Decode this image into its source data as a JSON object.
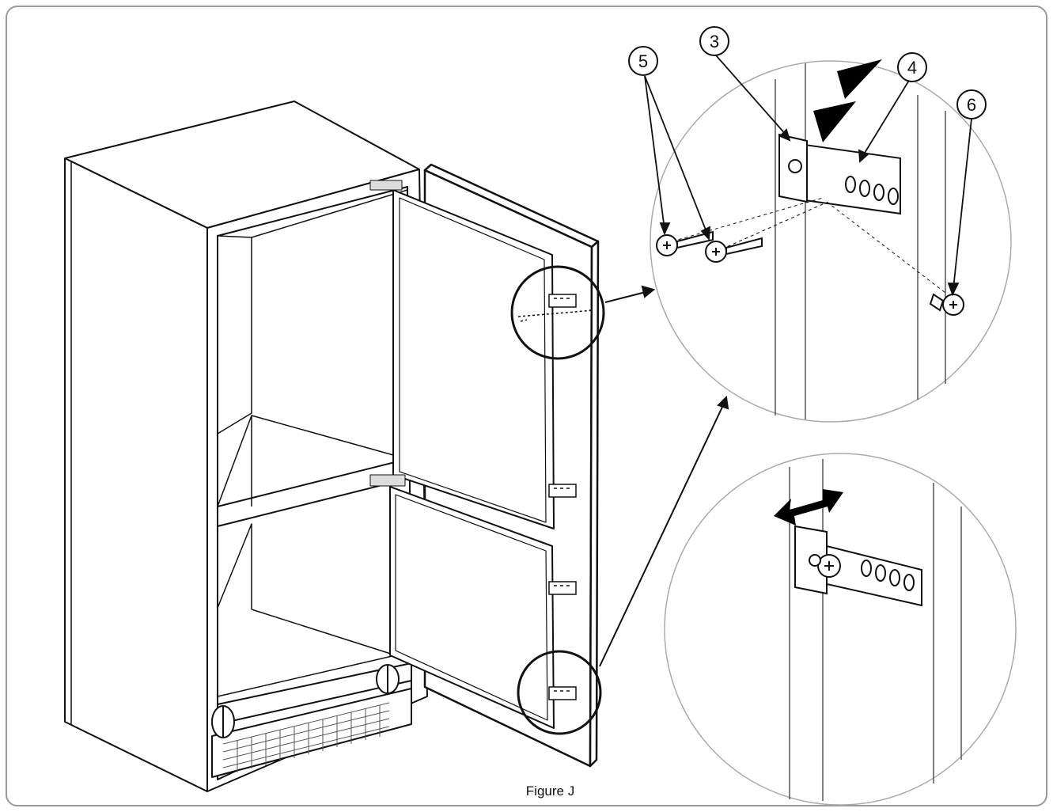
{
  "figure": {
    "caption": "Figure J",
    "callouts": [
      {
        "id": "callout-3",
        "label": "3"
      },
      {
        "id": "callout-4",
        "label": "4"
      },
      {
        "id": "callout-5",
        "label": "5"
      },
      {
        "id": "callout-6",
        "label": "6"
      }
    ]
  },
  "colors": {
    "line": "#111111",
    "frame": "#9a9a9a",
    "background": "#ffffff"
  }
}
